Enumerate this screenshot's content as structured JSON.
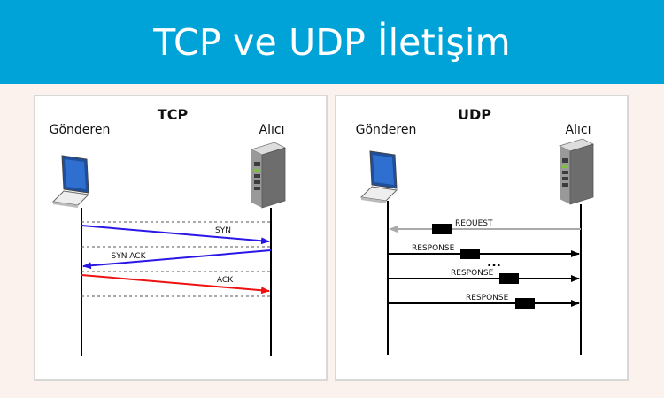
{
  "title": "TCP ve UDP İletişim",
  "colors": {
    "header": "#00a3d8",
    "blue_arrow": "#2a17e6",
    "red_arrow": "#ee1111",
    "gray_arrow": "#aaaaaa"
  },
  "tcp": {
    "title": "TCP",
    "sender": "Gönderen",
    "receiver": "Alıcı",
    "messages": [
      "SYN",
      "SYN ACK",
      "ACK"
    ]
  },
  "udp": {
    "title": "UDP",
    "sender": "Gönderen",
    "receiver": "Alıcı",
    "request": "REQUEST",
    "responses": [
      "RESPONSE",
      "RESPONSE",
      "RESPONSE"
    ],
    "ellipsis": "..."
  },
  "icons": [
    "laptop-icon",
    "server-icon"
  ]
}
